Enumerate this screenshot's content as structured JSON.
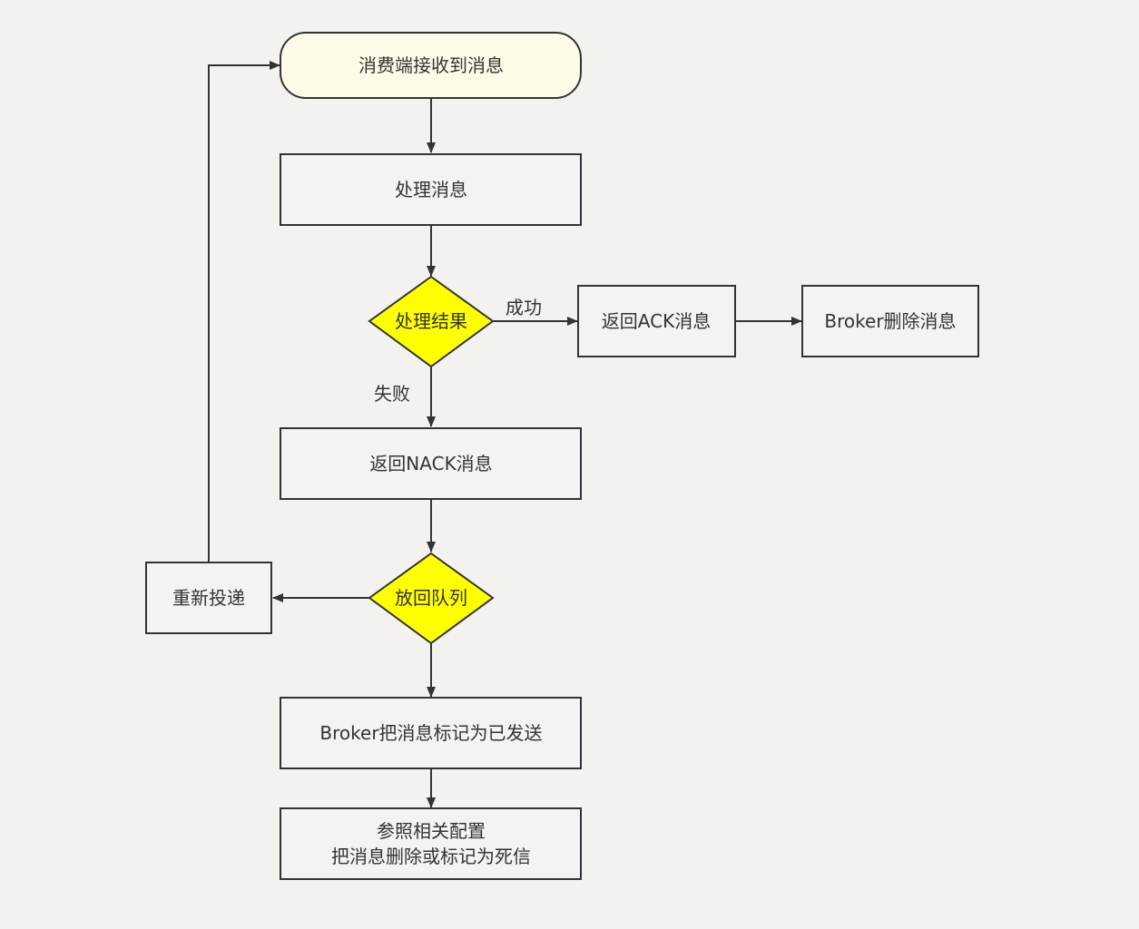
{
  "colors": {
    "background": "#f3f2ee",
    "box_fill": "#f3f3f3",
    "start_fill": "#fdfbe8",
    "decision_fill": "#ffff00",
    "stroke": "#333333"
  },
  "nodes": {
    "start": "消费端接收到消息",
    "process": "处理消息",
    "result_decision": "处理结果",
    "return_ack": "返回ACK消息",
    "broker_delete": "Broker删除消息",
    "return_nack": "返回NACK消息",
    "requeue_decision": "放回队列",
    "redeliver": "重新投递",
    "mark_sent": "Broker把消息标记为已发送",
    "dead_letter_line1": "参照相关配置",
    "dead_letter_line2": "把消息删除或标记为死信"
  },
  "edges": {
    "success": "成功",
    "failure": "失败"
  }
}
